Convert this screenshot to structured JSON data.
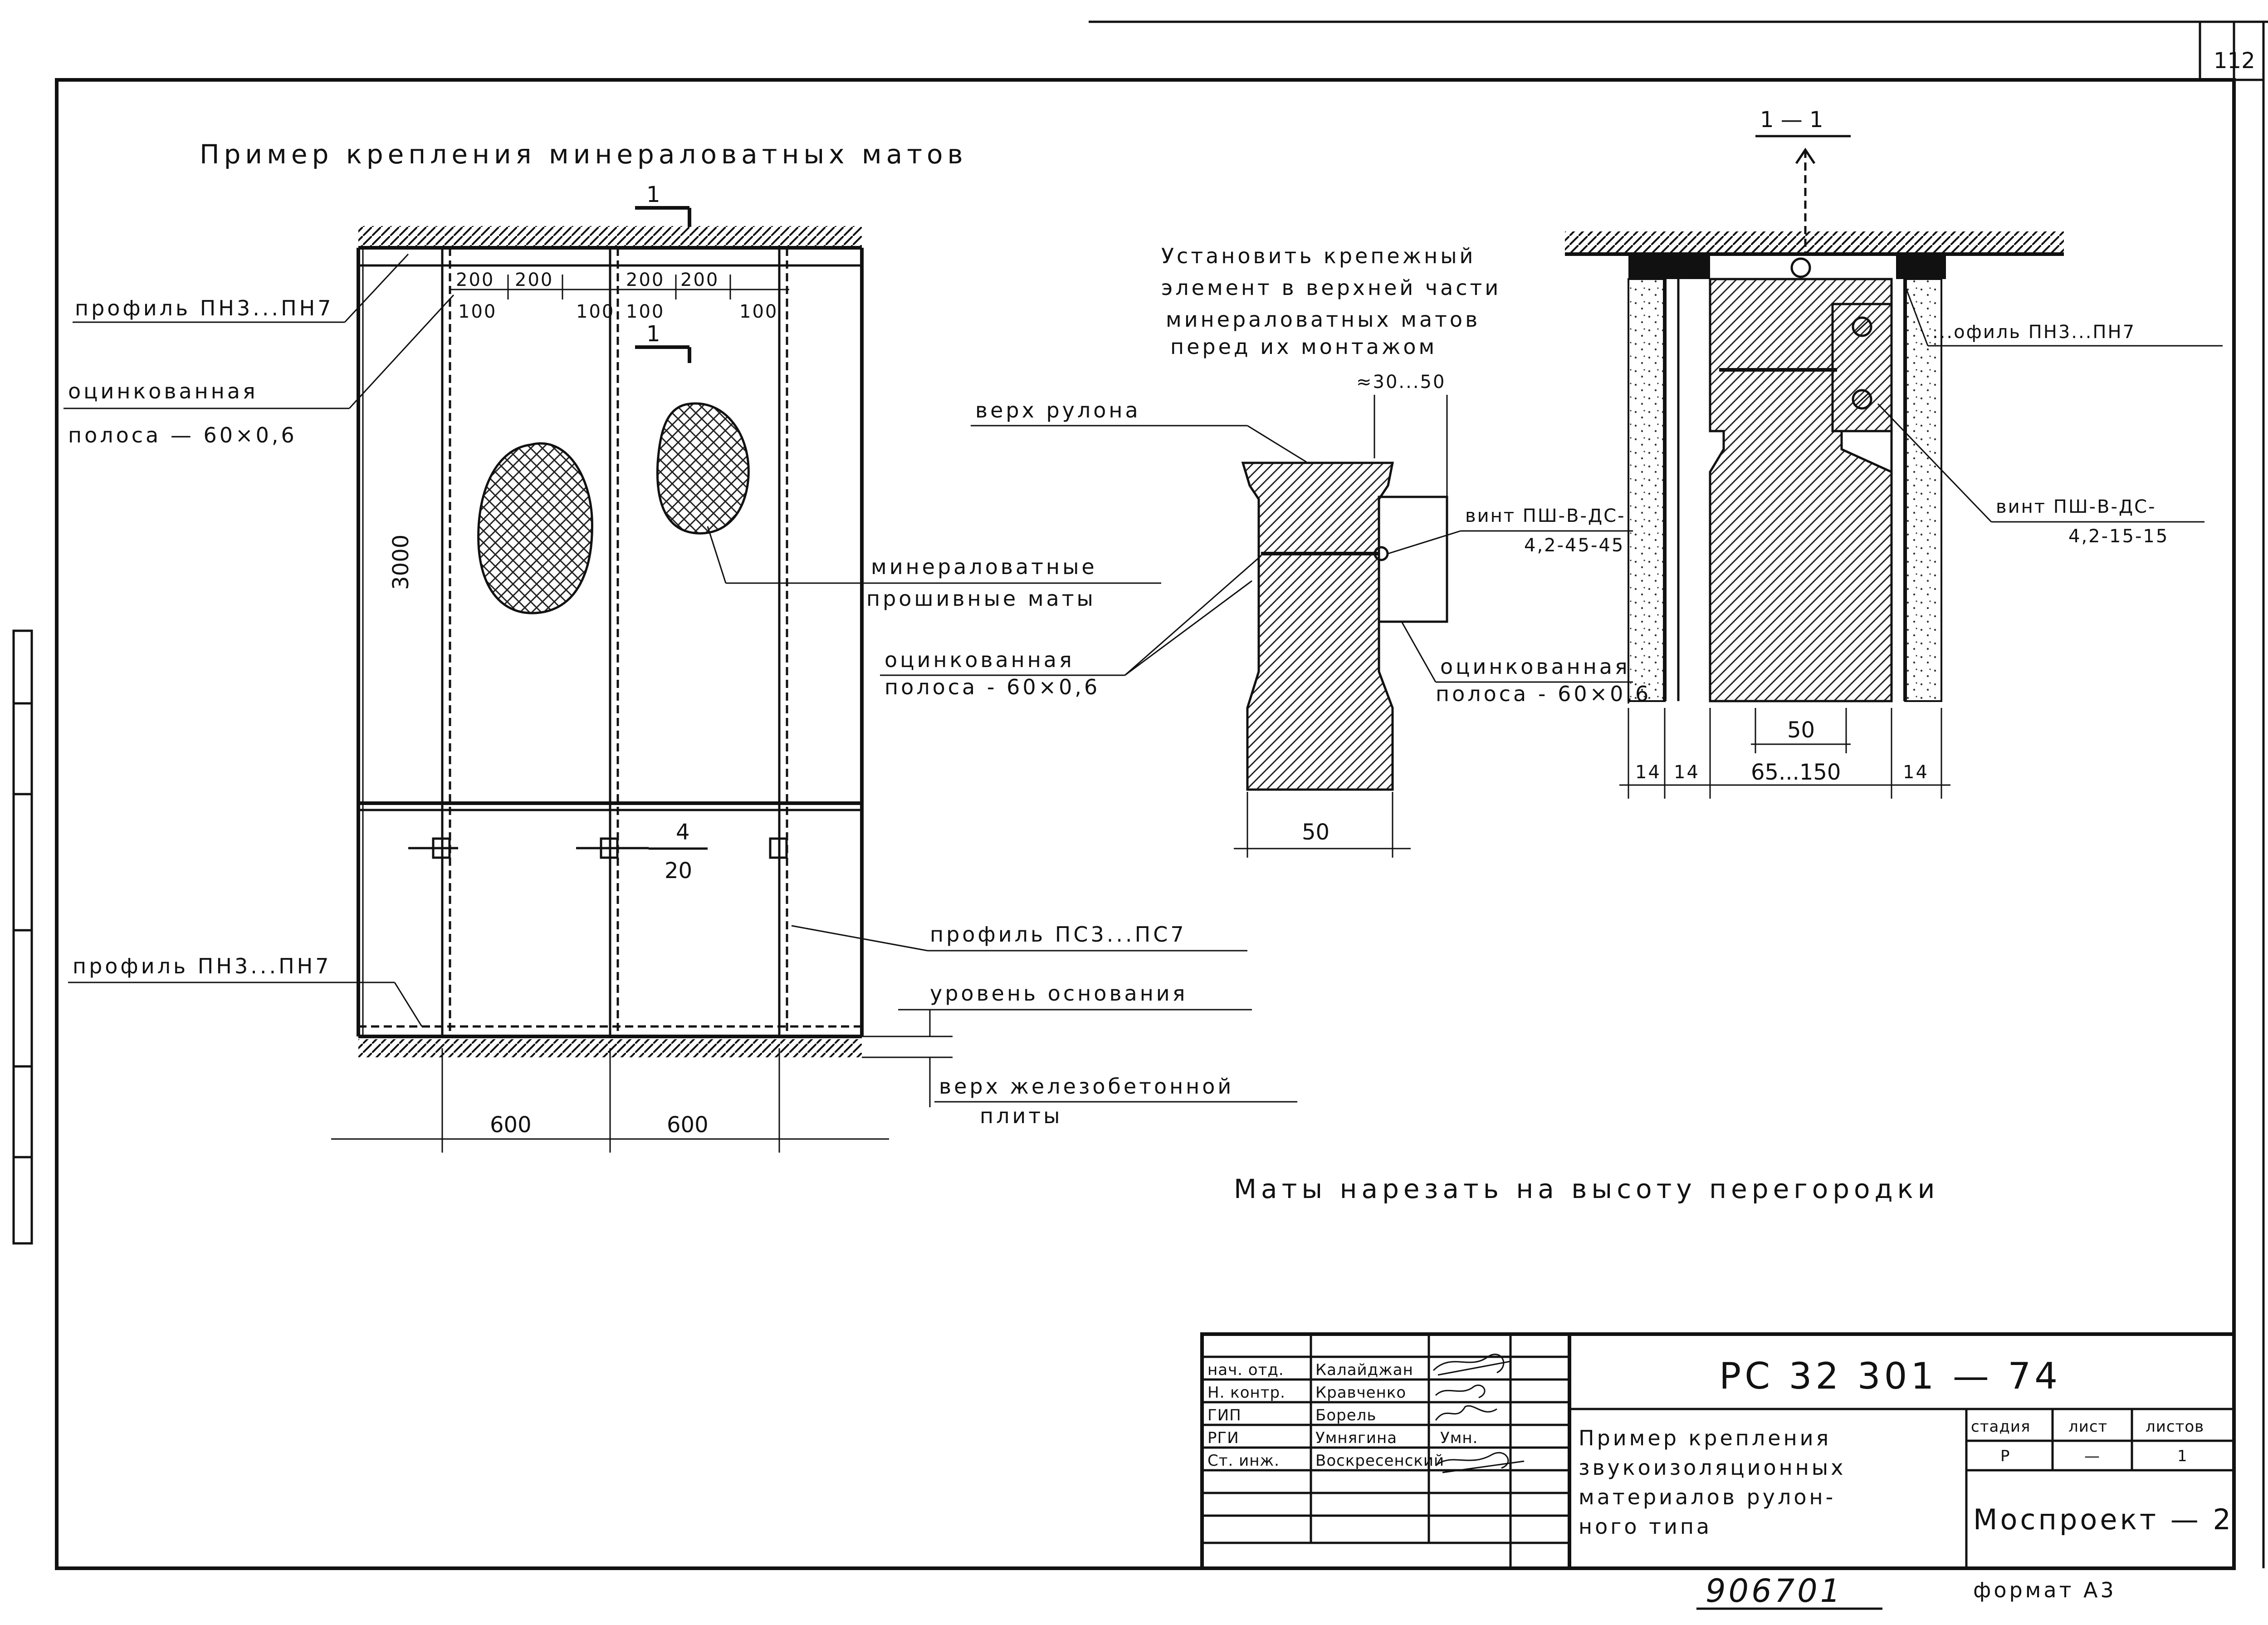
{
  "sheet_number": "112",
  "titles": {
    "main": "Пример крепления минераловатных матов",
    "section": "1 — 1",
    "note_mats": "Маты нарезать на высоту перегородки"
  },
  "section_marks": {
    "top": "1",
    "bottom": "1"
  },
  "front_view": {
    "dim_height": "3000",
    "dims_top": [
      "200",
      "200",
      "200",
      "200"
    ],
    "dims_edge": [
      "100",
      "100",
      "100",
      "100"
    ],
    "dims_bottom": [
      "600",
      "600"
    ],
    "fastener_mark": {
      "num": "4",
      "den": "20"
    }
  },
  "labels": {
    "profile_top": "профиль ПН3...ПН7",
    "strip_front_1": "оцинкованная",
    "strip_front_2": "полоса — 60×0,6",
    "wool_1": "минераловатные",
    "wool_2": "прошивные маты",
    "strip_mid_1": "оцинкованная",
    "strip_mid_2": "полоса - 60×0,6",
    "profile_ps": "профиль ПС3...ПС7",
    "profile_bottom": "профиль ПН3...ПН7",
    "base_level": "уровень основания",
    "slab_1": "верх железобетонной",
    "slab_2": "плиты"
  },
  "detail": {
    "note_1": "Установить крепежный",
    "note_2": "элемент в верхней части",
    "note_3": "минераловатных матов",
    "note_4": "перед их монтажом",
    "dim_range": "≈30...50",
    "roll_top": "верх рулона",
    "screw_1": "винт ПШ-В-ДС-",
    "screw_2": "4,2-45-45",
    "strip_1": "оцинкованная",
    "strip_2": "полоса - 60×0,6",
    "dim_width": "50"
  },
  "section_view": {
    "profile": "...офиль ПН3...ПН7",
    "screw_1": "винт ПШ-В-ДС-",
    "screw_2": "4,2-15-15",
    "dim_50": "50",
    "dims": [
      "14",
      "14",
      "65...150",
      "14"
    ]
  },
  "title_block": {
    "rows": [
      {
        "role": "нач. отд.",
        "name": "Калайджан"
      },
      {
        "role": "Н. контр.",
        "name": "Кравченко"
      },
      {
        "role": "ГИП",
        "name": "Борель"
      },
      {
        "role": "РГИ",
        "name": "Умнягина"
      },
      {
        "role": "Ст. инж.",
        "name": "Воскресенский"
      }
    ],
    "signature_text": "Умн.",
    "doc_code": "РС 32 301 — 74",
    "title_1": "Пример крепления",
    "title_2": "звукоизоляционных",
    "title_3": "материалов рулон-",
    "title_4": "ного типа",
    "stage_h": "стадия",
    "sheet_h": "лист",
    "sheets_h": "листов",
    "stage_v": "Р",
    "sheet_v": "—",
    "sheets_v": "1",
    "org": "Моспроект — 2",
    "inv": "906701",
    "format": "формат А3"
  }
}
